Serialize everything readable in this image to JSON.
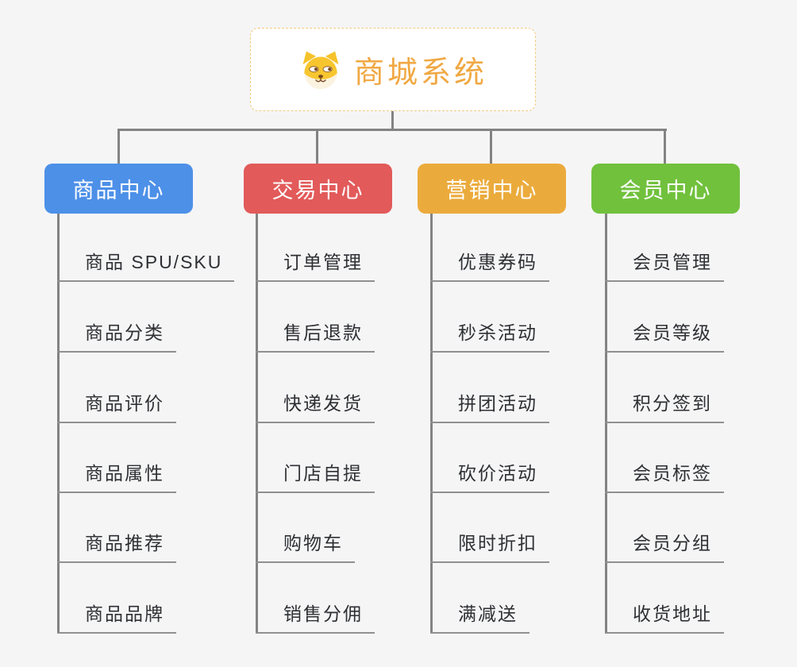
{
  "page": {
    "background": "#f5f5f6",
    "connector_color": "#838383"
  },
  "root": {
    "title": "商城系统",
    "icon": "dog-face-icon",
    "title_color": "#f0a843",
    "border_color": "#f3c97d",
    "background": "#ffffff"
  },
  "leaf_style": {
    "text_color": "#2e3033",
    "underline_color": "#909090"
  },
  "branches": [
    {
      "label": "商品中心",
      "color": "#4d90e8",
      "text_color": "#ffffff",
      "children": [
        "商品 SPU/SKU",
        "商品分类",
        "商品评价",
        "商品属性",
        "商品推荐",
        "商品品牌"
      ]
    },
    {
      "label": "交易中心",
      "color": "#e25a5a",
      "text_color": "#ffffff",
      "children": [
        "订单管理",
        "售后退款",
        "快递发货",
        "门店自提",
        "购物车",
        "销售分佣"
      ]
    },
    {
      "label": "营销中心",
      "color": "#ebab3c",
      "text_color": "#ffffff",
      "children": [
        "优惠券码",
        "秒杀活动",
        "拼团活动",
        "砍价活动",
        "限时折扣",
        "满减送"
      ]
    },
    {
      "label": "会员中心",
      "color": "#71c13d",
      "text_color": "#ffffff",
      "children": [
        "会员管理",
        "会员等级",
        "积分签到",
        "会员标签",
        "会员分组",
        "收货地址"
      ]
    }
  ]
}
